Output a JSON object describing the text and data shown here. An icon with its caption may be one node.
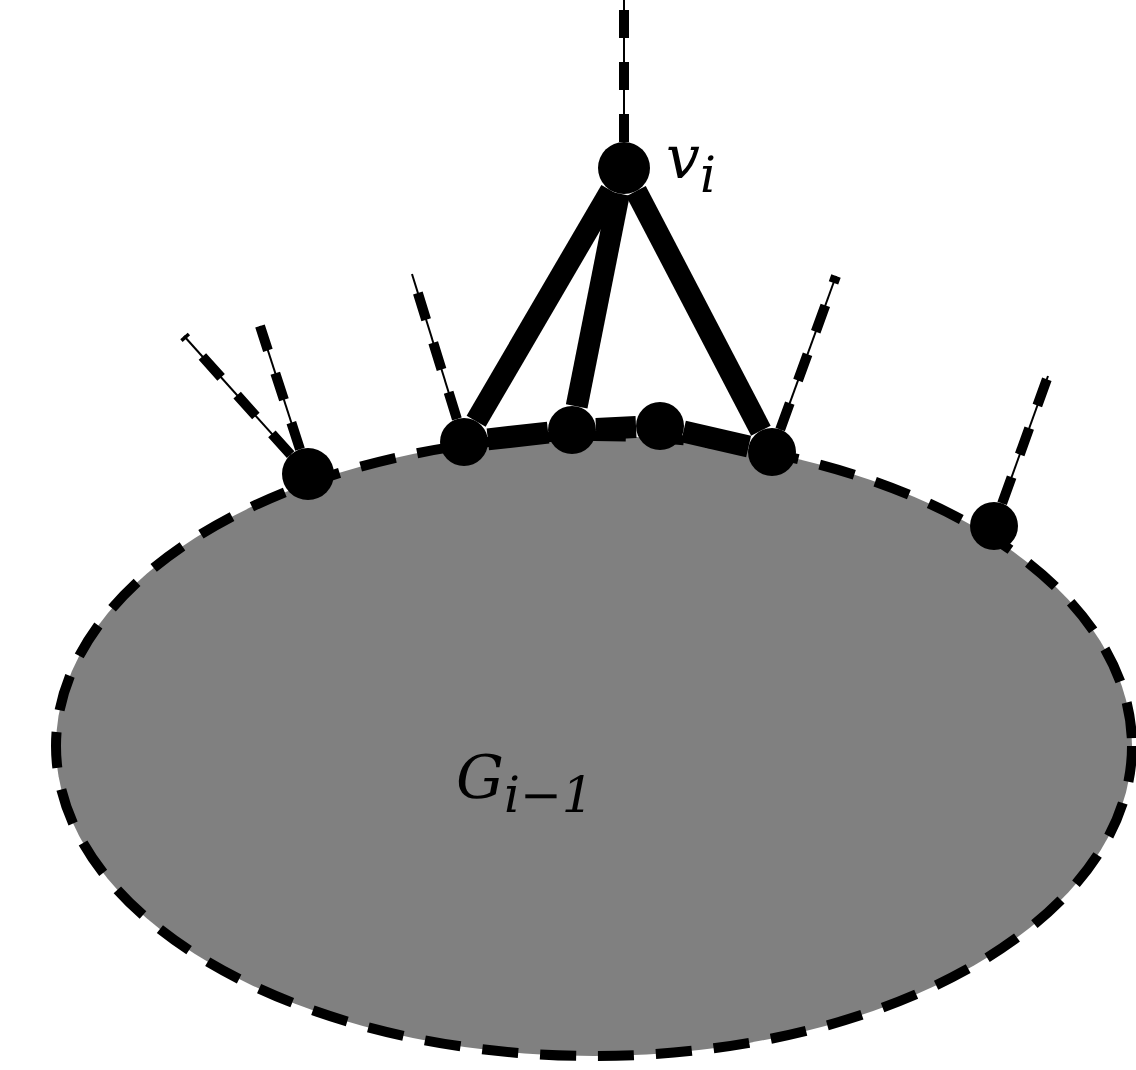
{
  "diagram": {
    "nodes": [
      {
        "text": [],
        "shape": "circle",
        "beside": [
          "v$_{i}$"
        ]
      },
      {
        "text": [],
        "shape": "circle"
      },
      {
        "text": [],
        "shape": "circle"
      },
      {
        "text": [],
        "shape": "circle"
      },
      {
        "text": [],
        "shape": "circle"
      },
      {
        "text": [],
        "shape": "circle"
      },
      {
        "text": [],
        "shape": "circle"
      },
      {
        "text": [
          "G$_{i−1}$"
        ]
      }
    ],
    "edges": [
      {
        "from": 0,
        "to": 2,
        "arrow": "none",
        "style": "thick"
      },
      {
        "from": 0,
        "to": 3,
        "arrow": "none",
        "style": "thick"
      },
      {
        "from": 0,
        "to": 5,
        "arrow": "none",
        "style": "thick"
      },
      {
        "from": 2,
        "to": 3,
        "arrow": "none",
        "style": "thick"
      },
      {
        "from": 3,
        "to": 4,
        "arrow": "none",
        "style": "thick"
      },
      {
        "from": 4,
        "to": 5,
        "arrow": "none",
        "style": "thick"
      },
      {
        "from": 0,
        "to": null,
        "arrow": "none",
        "style": "dashed"
      },
      {
        "from": 1,
        "to": null,
        "arrow": "none",
        "style": "dashed"
      },
      {
        "from": 1,
        "to": null,
        "arrow": "none",
        "style": "dashed"
      },
      {
        "from": 2,
        "to": null,
        "arrow": "none",
        "style": "dashed"
      },
      {
        "from": 5,
        "to": null,
        "arrow": "none",
        "style": "dashed"
      },
      {
        "from": 6,
        "to": null,
        "arrow": "none",
        "style": "dashed"
      }
    ]
  }
}
